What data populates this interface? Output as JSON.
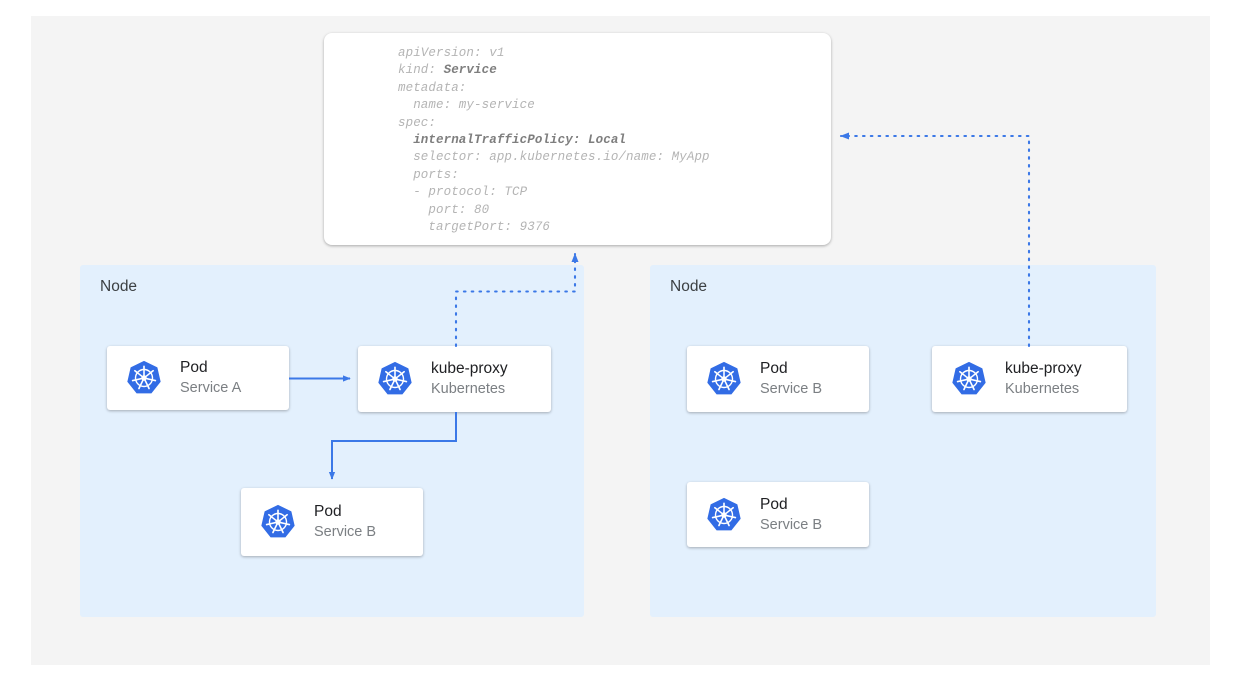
{
  "diagram": {
    "title": "Kubernetes Service internalTrafficPolicy Local topology",
    "colors": {
      "page_background": "#ffffff",
      "canvas_background": "#f4f4f4",
      "node_background": "#e3f0fd",
      "card_background": "#ffffff",
      "accent_blue": "#3b78e7",
      "logo_blue": "#326ce5",
      "code_text": "#b4b4b4",
      "code_emphasis": "#7e7e7e",
      "title_text": "#202124",
      "subtitle_text": "#7b7f83"
    }
  },
  "manifest": {
    "name": "service-yaml",
    "lines": [
      {
        "text": "apiVersion: v1",
        "bold": false
      },
      {
        "text": "kind: ",
        "bold_suffix": "Service"
      },
      {
        "text": "metadata:",
        "bold": false
      },
      {
        "text": "  name: my-service",
        "bold": false
      },
      {
        "text": "spec:",
        "bold": false
      },
      {
        "text": "  internalTrafficPolicy: Local",
        "bold": true
      },
      {
        "text": "  selector: app.kubernetes.io/name: MyApp",
        "bold": false
      },
      {
        "text": "  ports:",
        "bold": false
      },
      {
        "text": "  - protocol: TCP",
        "bold": false
      },
      {
        "text": "    port: 80",
        "bold": false
      },
      {
        "text": "    targetPort: 9376",
        "bold": false
      }
    ],
    "plain_text": "apiVersion: v1\nkind: Service\nmetadata:\n  name: my-service\nspec:\n  internalTrafficPolicy: Local\n  selector: app.kubernetes.io/name: MyApp\n  ports:\n  - protocol: TCP\n    port: 80\n    targetPort: 9376"
  },
  "nodes": [
    {
      "id": "node-left",
      "label": "Node",
      "cards": [
        {
          "id": "pod-a",
          "title": "Pod",
          "subtitle": "Service A",
          "icon": "kubernetes-icon"
        },
        {
          "id": "kube-proxy-left",
          "title": "kube-proxy",
          "subtitle": "Kubernetes",
          "icon": "kubernetes-icon"
        },
        {
          "id": "pod-b-left",
          "title": "Pod",
          "subtitle": "Service B",
          "icon": "kubernetes-icon"
        }
      ]
    },
    {
      "id": "node-right",
      "label": "Node",
      "cards": [
        {
          "id": "pod-b-right-top",
          "title": "Pod",
          "subtitle": "Service B",
          "icon": "kubernetes-icon"
        },
        {
          "id": "kube-proxy-right",
          "title": "kube-proxy",
          "subtitle": "Kubernetes",
          "icon": "kubernetes-icon"
        },
        {
          "id": "pod-b-right-bottom",
          "title": "Pod",
          "subtitle": "Service B",
          "icon": "kubernetes-icon"
        }
      ]
    }
  ],
  "connectors": [
    {
      "id": "pod-a-to-kube-proxy",
      "from": "pod-a",
      "to": "kube-proxy-left",
      "style": "solid",
      "arrow": true
    },
    {
      "id": "kube-proxy-to-pod-b",
      "from": "kube-proxy-left",
      "to": "pod-b-left",
      "style": "solid",
      "arrow": true
    },
    {
      "id": "kube-proxy-left-to-service",
      "from": "kube-proxy-left",
      "to": "service-yaml",
      "style": "dotted",
      "arrow": true
    },
    {
      "id": "kube-proxy-right-to-service",
      "from": "kube-proxy-right",
      "to": "service-yaml",
      "style": "dotted",
      "arrow": true
    }
  ]
}
